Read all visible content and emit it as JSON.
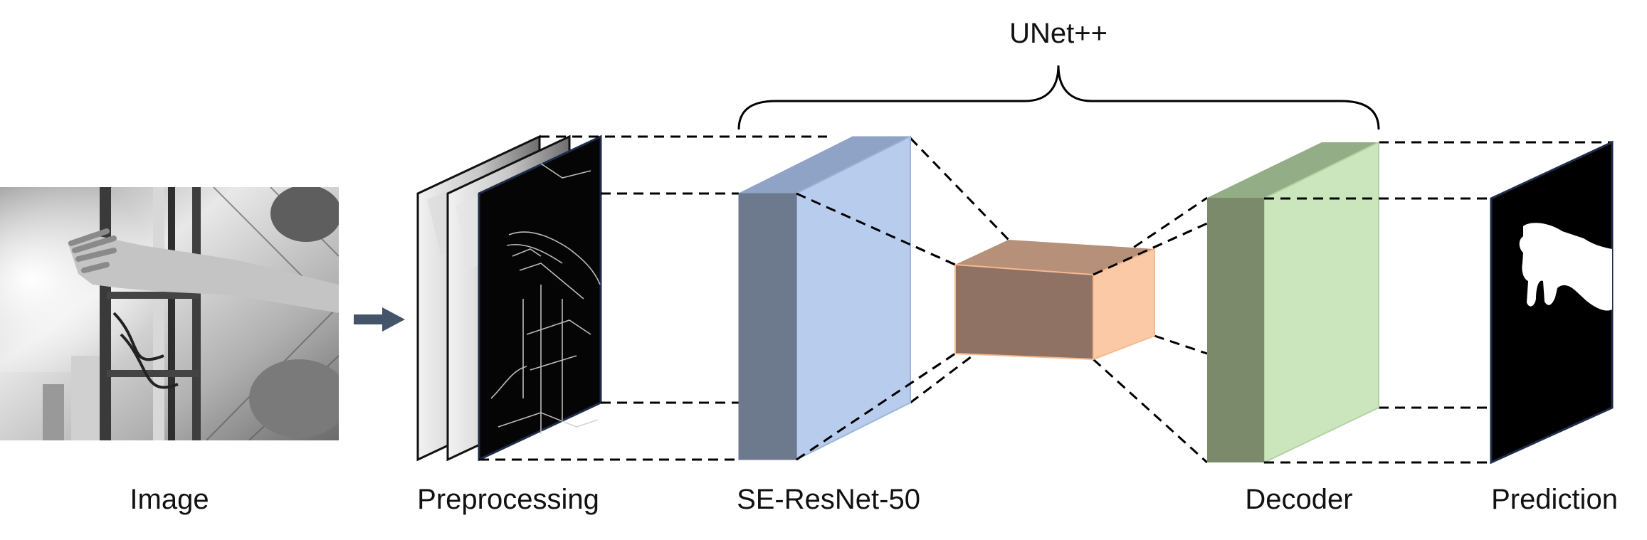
{
  "labels": {
    "title": "UNet++",
    "image": "Image",
    "preprocessing": "Preprocessing",
    "encoder": "SE-ResNet-50",
    "decoder": "Decoder",
    "prediction": "Prediction"
  },
  "colors": {
    "encoder_front": "#6d7a8d",
    "encoder_side": "#b8cdee",
    "encoder_top": "#8ea3c6",
    "bottleneck_front": "#8f7264",
    "bottleneck_side": "#fcc9a6",
    "bottleneck_top": "#b69078",
    "decoder_front": "#7a8a6b",
    "decoder_side": "#cbe6bd",
    "decoder_top": "#93ad86",
    "arrow": "#44546a",
    "prediction_bg": "#000000"
  },
  "icons": {
    "flow_arrow": "right-arrow-icon"
  }
}
